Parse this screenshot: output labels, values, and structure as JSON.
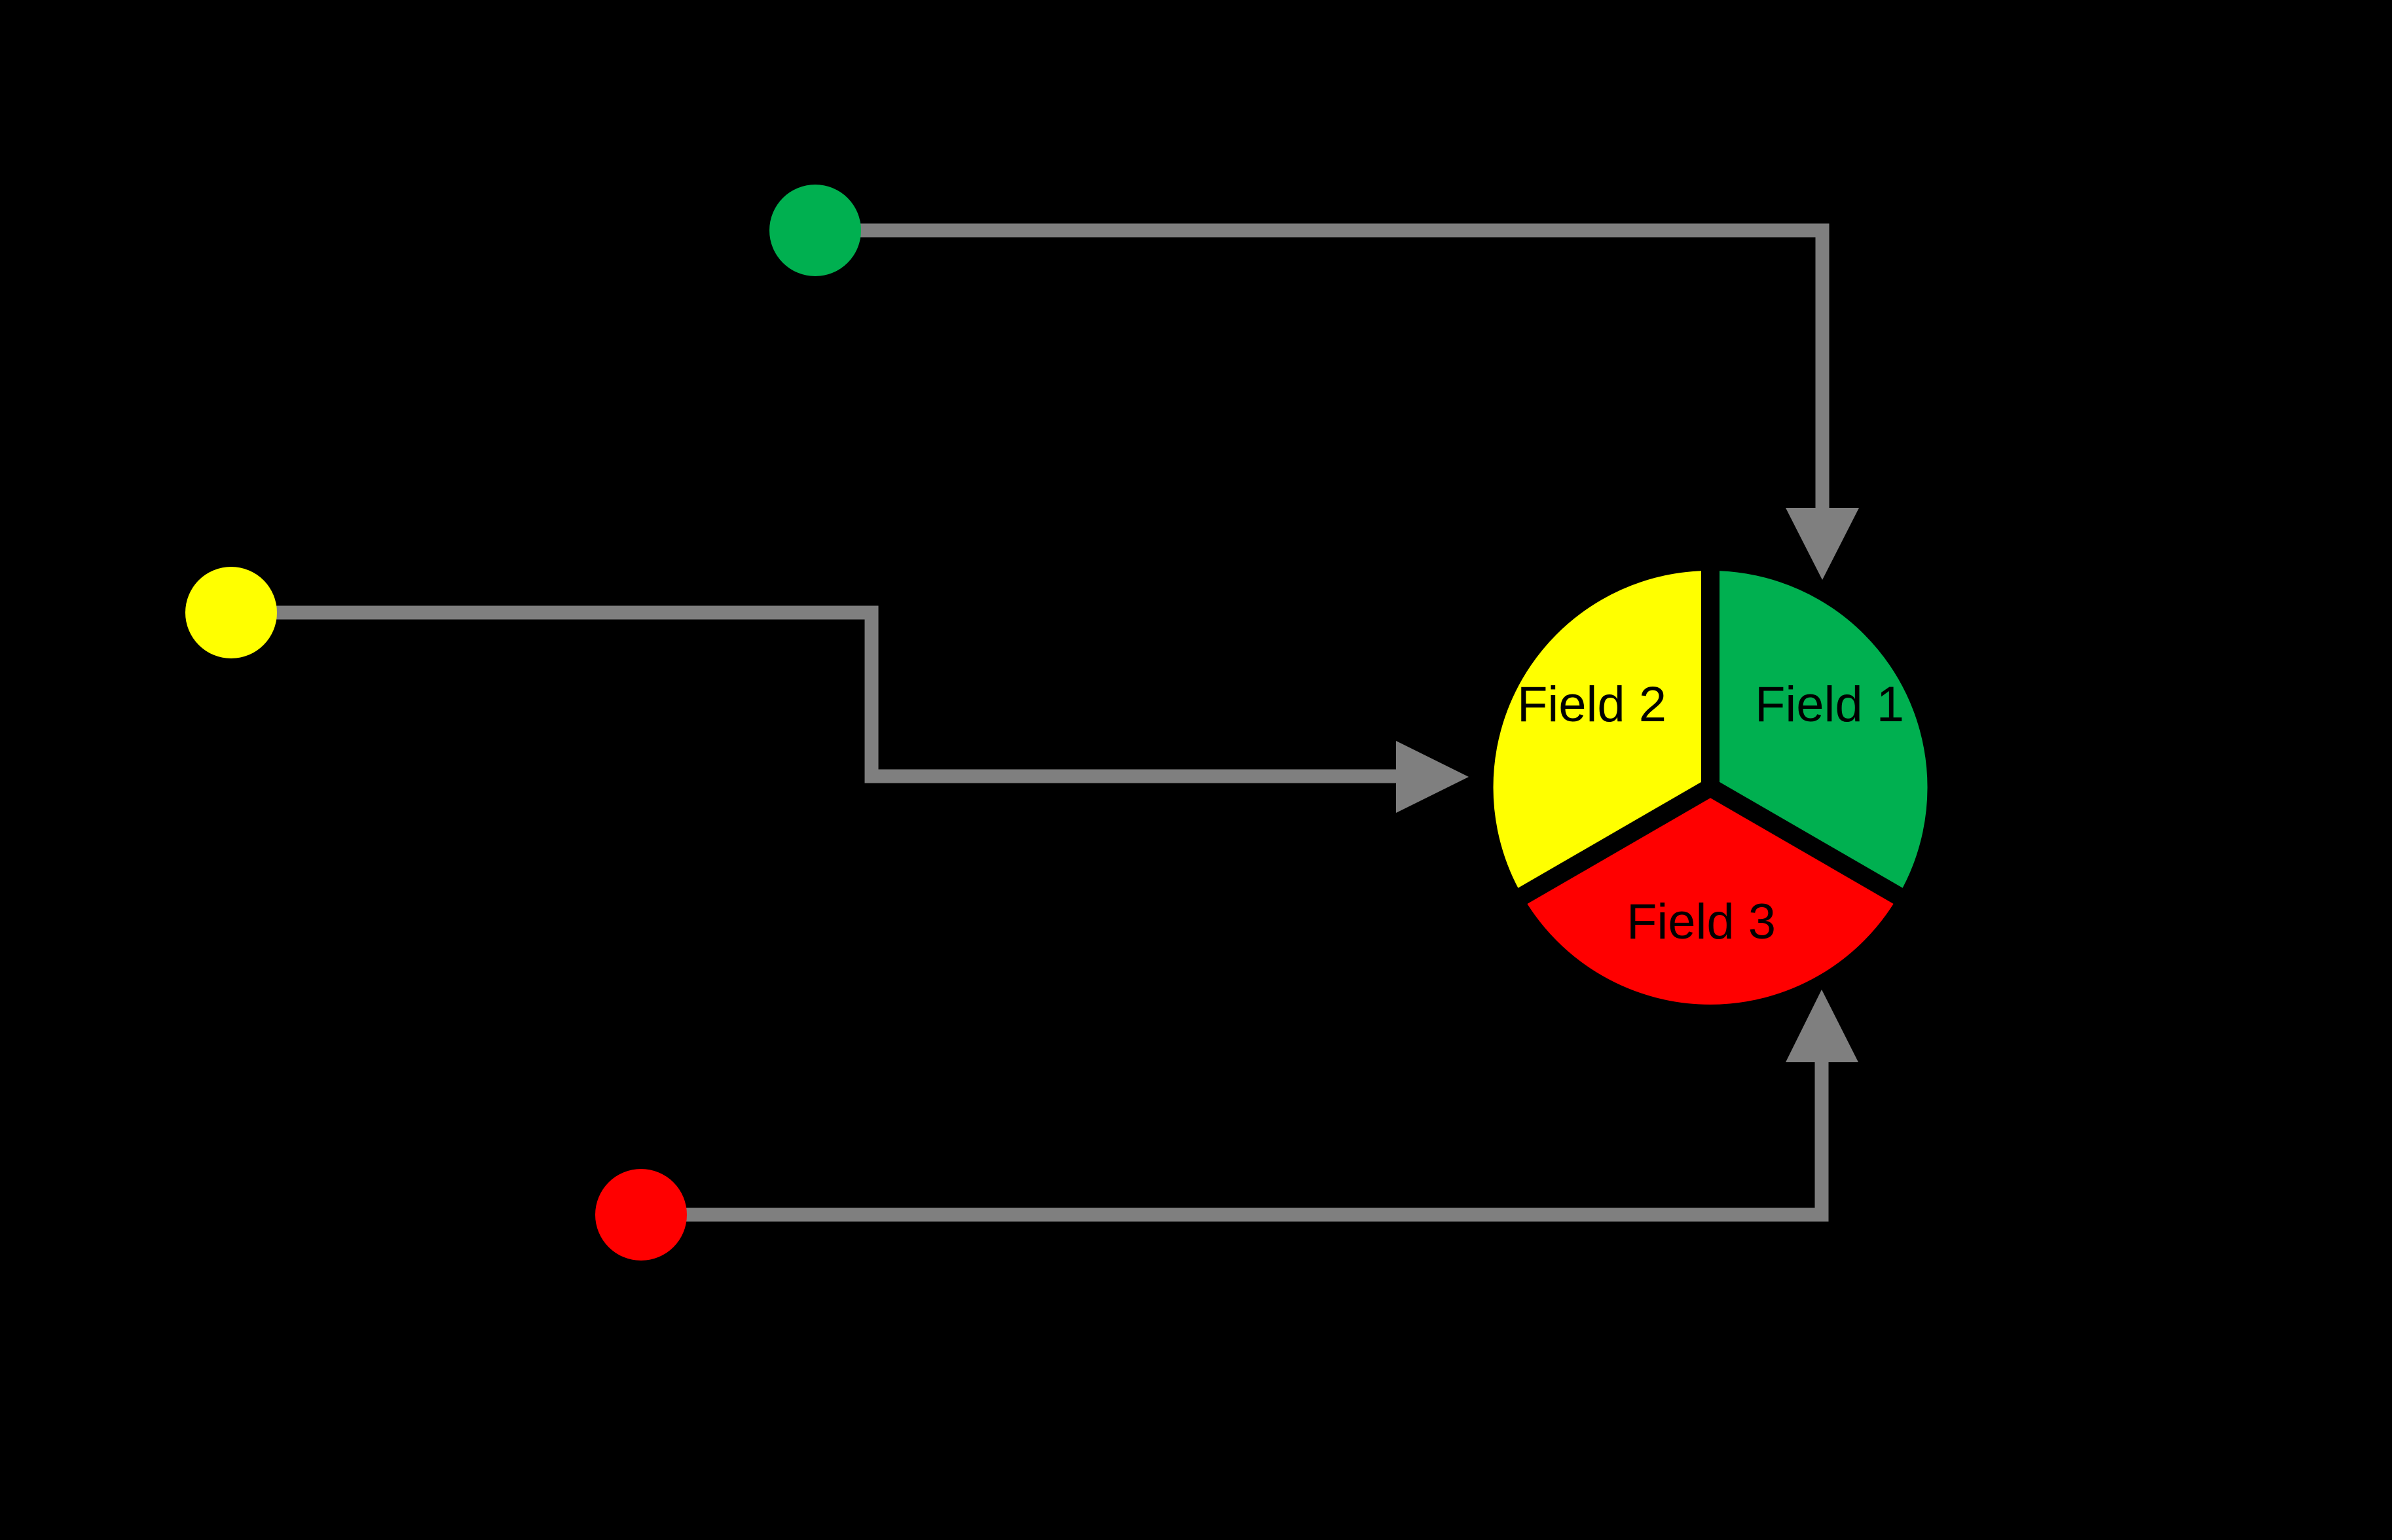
{
  "diagram": {
    "background_color": "#000000",
    "connector_color": "#7f7f7f",
    "pie": {
      "outline_color": "#000000",
      "label_color": "#000000",
      "slices": {
        "field1": {
          "label": "Field 1",
          "color": "#00b050"
        },
        "field2": {
          "label": "Field 2",
          "color": "#ffff00"
        },
        "field3": {
          "label": "Field 3",
          "color": "#ff0000"
        }
      }
    },
    "sources": {
      "green": {
        "color": "#00b050",
        "points_to": "Field 1"
      },
      "yellow": {
        "color": "#ffff00",
        "points_to": "Field 2"
      },
      "red": {
        "color": "#ff0000",
        "points_to": "Field 3"
      }
    }
  },
  "chart_data": {
    "type": "pie",
    "labels": [
      "Field 1",
      "Field 2",
      "Field 3"
    ],
    "values": [
      33.33,
      33.33,
      33.33
    ],
    "colors": [
      "#00b050",
      "#ffff00",
      "#ff0000"
    ],
    "legend": "none",
    "title": ""
  }
}
